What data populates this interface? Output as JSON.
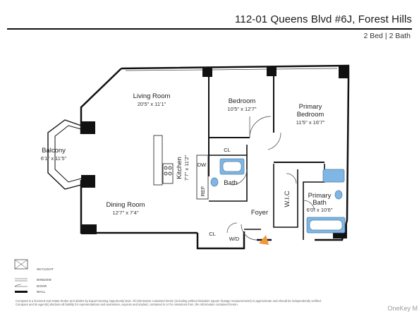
{
  "header": {
    "address": "112-01 Queens Blvd #6J, Forest Hills",
    "beds": "2 Bed",
    "baths": "2 Bath",
    "separator": "|"
  },
  "rooms": {
    "living": {
      "name": "Living Room",
      "dims": "20'5\" x 11'1\""
    },
    "bedroom": {
      "name": "Bedroom",
      "dims": "10'5\" x 12'7\""
    },
    "primary_bedroom": {
      "name_line1": "Primary",
      "name_line2": "Bedroom",
      "dims": "11'5\" x 16'7\""
    },
    "balcony": {
      "name": "Balcony",
      "dims": "6'1\" x 11'5\""
    },
    "kitchen": {
      "name": "Kitchen",
      "dims": "7'7\" x 11'2\""
    },
    "bath": {
      "name": "Bath"
    },
    "primary_bath": {
      "name_line1": "Primary",
      "name_line2": "Bath",
      "dims": "6'0\" x 10'6\""
    },
    "dining": {
      "name": "Dining Room",
      "dims": "12'7\" x 7'4\""
    },
    "foyer": {
      "name": "Foyer"
    },
    "wic": {
      "name": "W.I.C"
    }
  },
  "fixtures": {
    "closet_top": "CL",
    "closet_bottom": "CL",
    "dishwasher": "DW",
    "refrigerator": "REF",
    "washer_dryer": "W/D"
  },
  "legend": {
    "skylight": "SKYLIGHT",
    "window": "WINDOW",
    "door": "DOOR",
    "wall": "WALL"
  },
  "disclaimer": {
    "line1": "Compass is a licensed real estate broker and abides by Equal Housing Opportunity laws. All information contained herein (including without limitation square footage measurements) is approximate and should be independently verified.",
    "line2": "Compass and its agent(s) disclaim all liability for representations and warranties, express and implied, contained in or for omissions from, the information contained herein."
  },
  "watermark": "OneKey M",
  "colors": {
    "wall": "#111111",
    "fixture_blue": "#7fb6e4",
    "entry_marker": "#f0973a"
  }
}
